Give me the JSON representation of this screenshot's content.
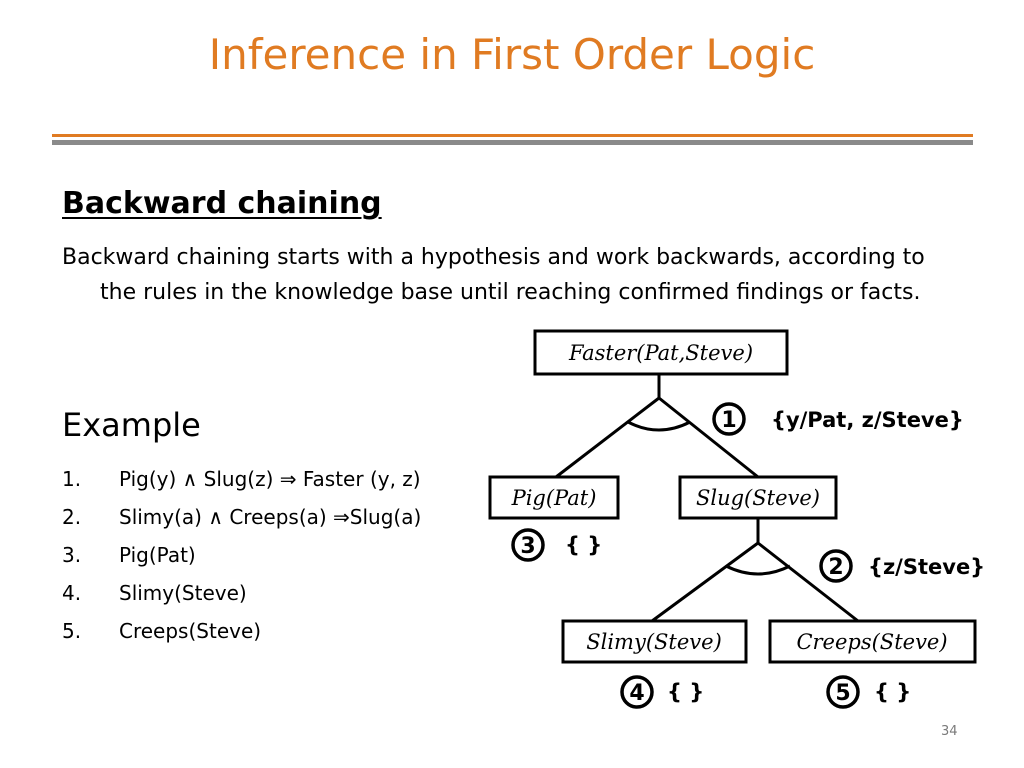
{
  "title": "Inference in First Order Logic",
  "section1": {
    "heading": "Backward chaining",
    "paragraph": "Backward chaining starts with a hypothesis and work backwards, according to the rules in the knowledge base until reaching confirmed findings or facts."
  },
  "section2": {
    "heading": "Example",
    "rules": [
      {
        "num": "1.",
        "text": "Pig(y) ∧ Slug(z) ⇒ Faster (y, z)"
      },
      {
        "num": "2.",
        "text": "Slimy(a) ∧ Creeps(a) ⇒Slug(a)"
      },
      {
        "num": "3.",
        "text": "Pig(Pat)"
      },
      {
        "num": "4.",
        "text": "Slimy(Steve)"
      },
      {
        "num": "5.",
        "text": "Creeps(Steve)"
      }
    ]
  },
  "tree": {
    "nodes": {
      "root": "Faster(Pat,Steve)",
      "pig": "Pig(Pat)",
      "slug": "Slug(Steve)",
      "slimy": "Slimy(Steve)",
      "creeps": "Creeps(Steve)"
    },
    "circles": {
      "c1": "1",
      "c2": "2",
      "c3": "3",
      "c4": "4",
      "c5": "5"
    },
    "substitutions": {
      "s1": "{y/Pat, z/Steve}",
      "s2": "{z/Steve}",
      "s3": "{ }",
      "s4": "{ }",
      "s5": "{ }"
    }
  },
  "page_number": "34"
}
